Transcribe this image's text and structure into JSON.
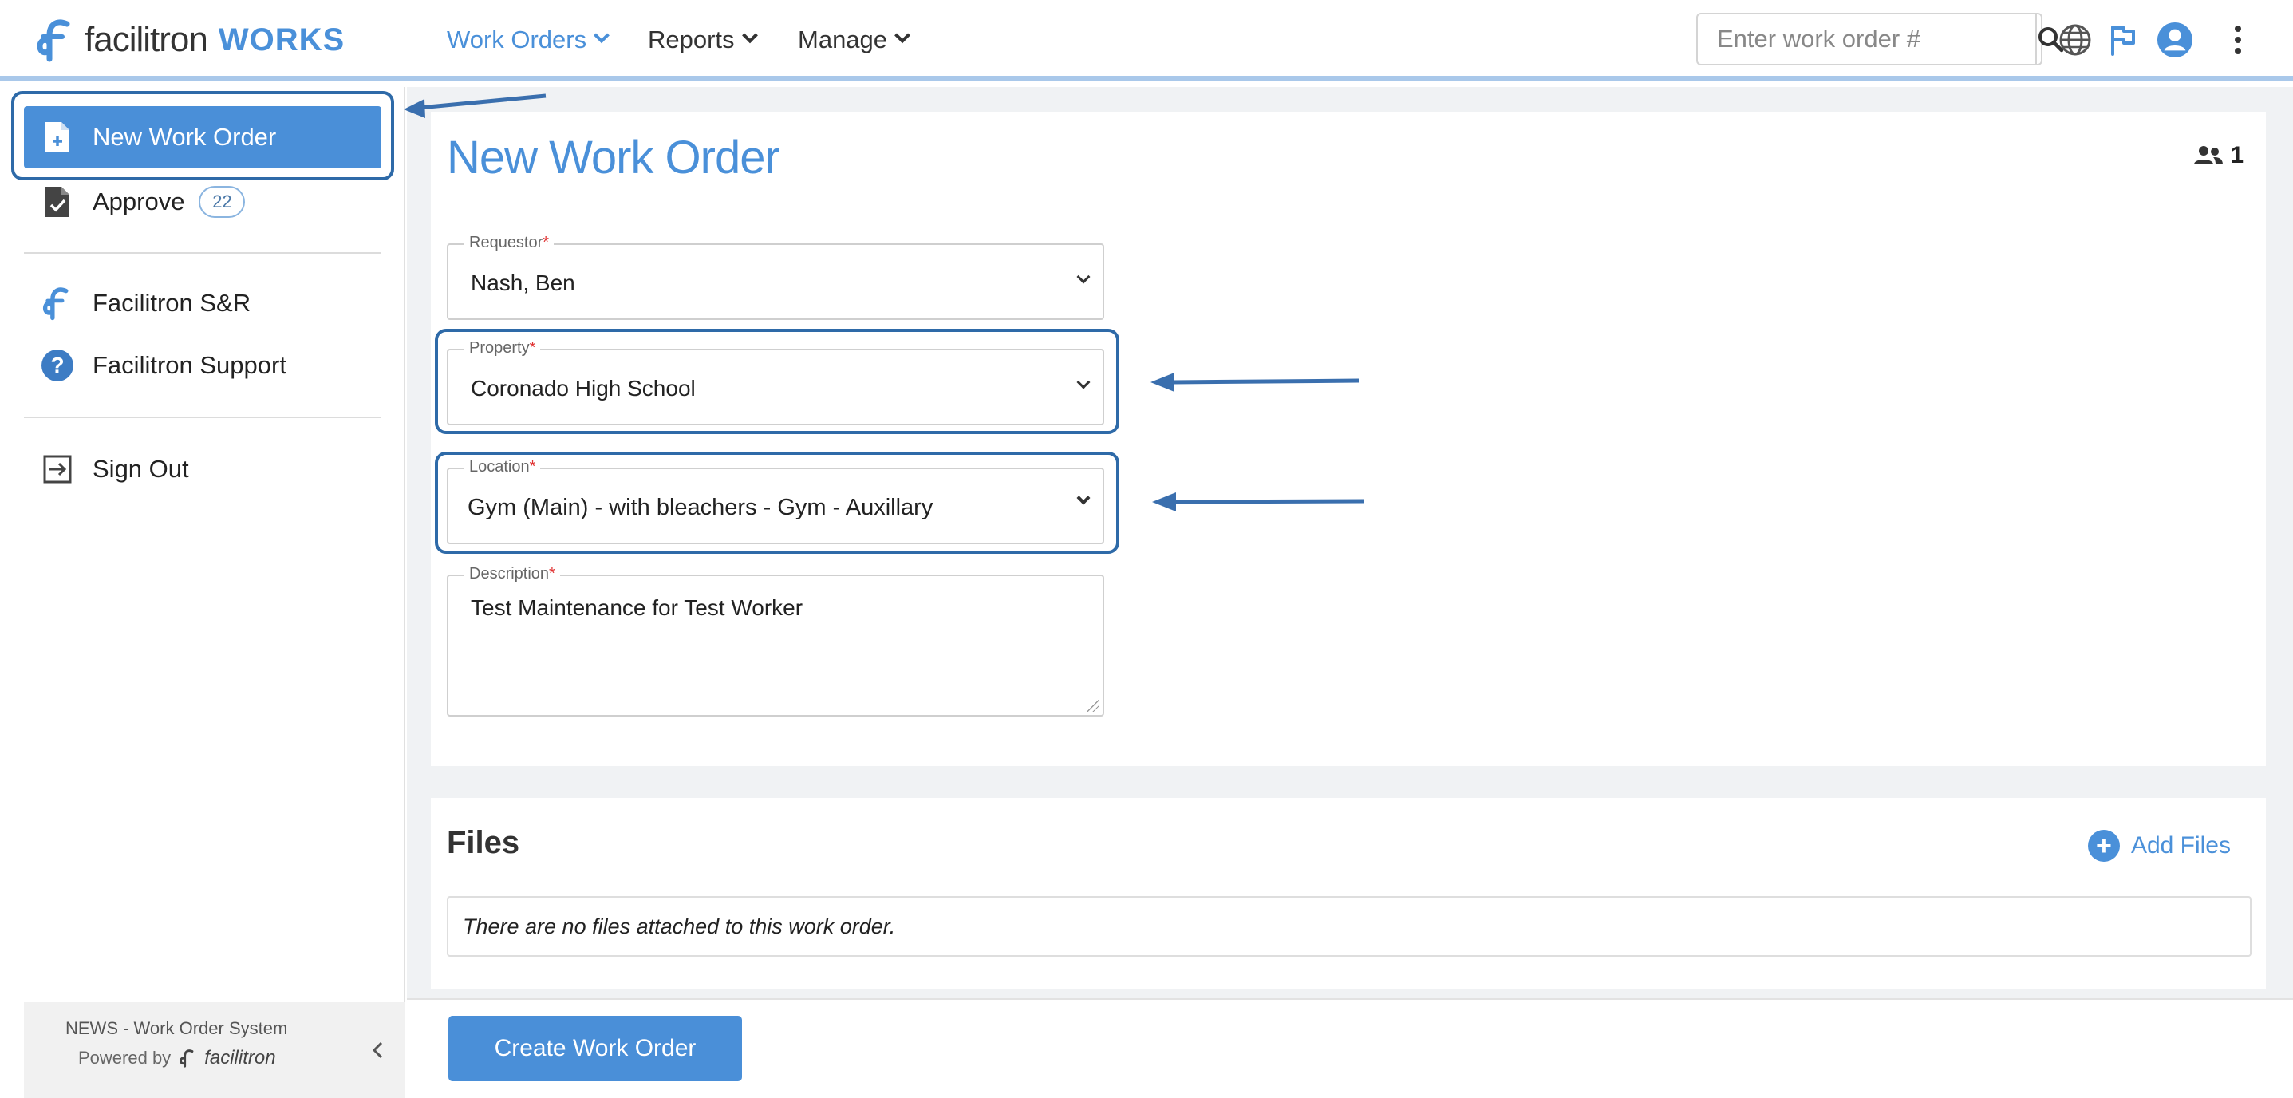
{
  "app": {
    "wordmark": "facilitron",
    "product": "WORKS"
  },
  "nav": {
    "items": [
      {
        "label": "Work Orders"
      },
      {
        "label": "Reports"
      },
      {
        "label": "Manage"
      }
    ]
  },
  "search": {
    "placeholder": "Enter work order #",
    "value": ""
  },
  "sidebar": {
    "items": [
      {
        "label": "New Work Order",
        "icon": "file-plus-icon",
        "active": true
      },
      {
        "label": "Approve",
        "icon": "file-check-icon",
        "badge": "22"
      },
      {
        "label": "Facilitron S&R",
        "icon": "facilitron-logo-icon"
      },
      {
        "label": "Facilitron Support",
        "icon": "question-circle-icon"
      },
      {
        "label": "Sign Out",
        "icon": "sign-out-icon"
      }
    ],
    "footer": {
      "system_name": "NEWS - Work Order System",
      "powered_by": "Powered by",
      "brand": "facilitron"
    }
  },
  "form": {
    "title": "New Work Order",
    "watchers_count": "1",
    "requestor": {
      "label": "Requestor",
      "value": "Nash, Ben"
    },
    "property": {
      "label": "Property",
      "value": "Coronado High School"
    },
    "location": {
      "label": "Location",
      "value": "Gym (Main) - with bleachers - Gym - Auxillary"
    },
    "description": {
      "label": "Description",
      "value": "Test Maintenance for Test Worker"
    },
    "required_mark": "*"
  },
  "files": {
    "title": "Files",
    "add_label": "Add Files",
    "empty_text": "There are no files attached to this work order."
  },
  "actions": {
    "create_label": "Create Work Order"
  },
  "colors": {
    "brand_blue": "#4a90d9",
    "button_blue": "#4a8fd8",
    "annotation_blue": "#2e6aa8",
    "required_red": "#e03030"
  }
}
